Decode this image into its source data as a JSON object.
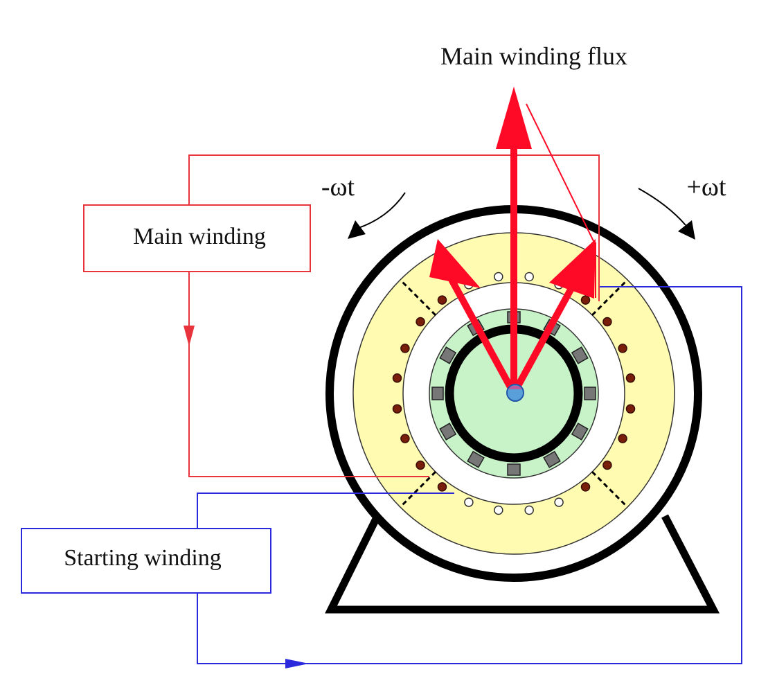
{
  "labels": {
    "flux": "Main winding flux",
    "neg_rotation": "-ωt",
    "pos_rotation": "+ωt",
    "main_winding": "Main winding",
    "starting_winding": "Starting winding"
  },
  "colors": {
    "main_circuit": "#e8323c",
    "flux_arrows": "#ff0a26",
    "starting_circuit": "#2a2adc",
    "stator_fill": "#fffbb0",
    "rotor_fill": "#c8f2c8",
    "main_conductor": "#7a1e0c",
    "frame": "#000000"
  }
}
